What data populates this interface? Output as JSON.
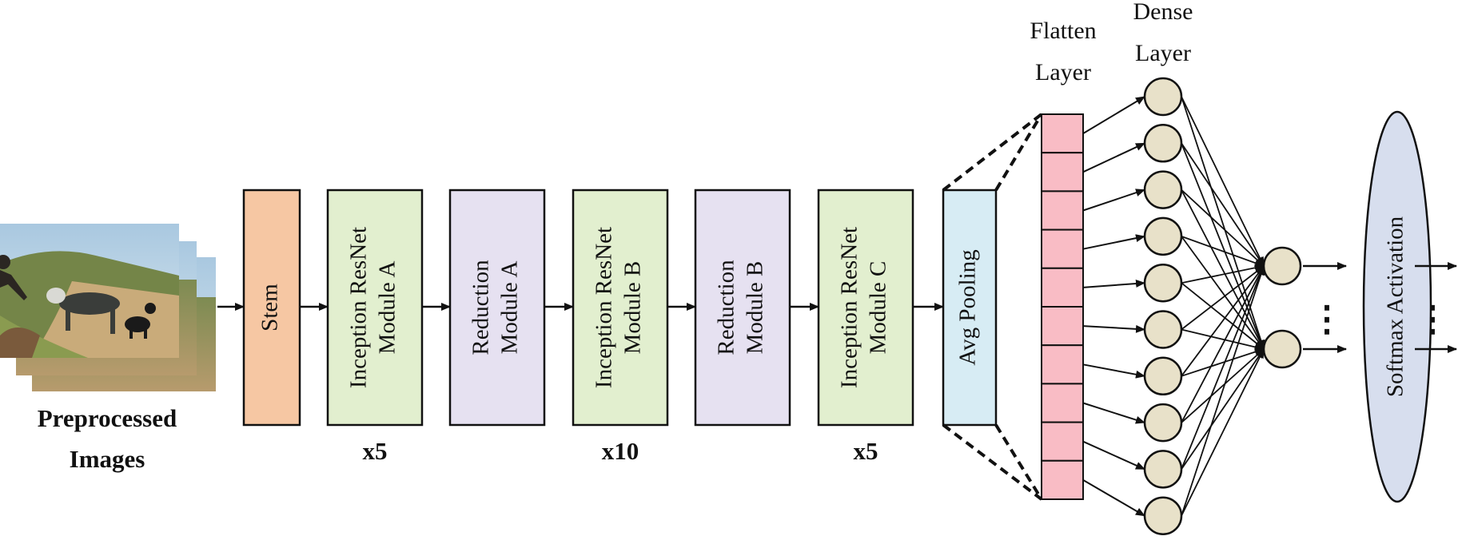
{
  "input": {
    "label_line1": "Preprocessed",
    "label_line2": "Images"
  },
  "blocks": [
    {
      "id": "stem",
      "lines": [
        "Stem"
      ],
      "fill": "#f6c7a3",
      "repeat": ""
    },
    {
      "id": "inception-a",
      "lines": [
        "Inception ResNet",
        "Module A"
      ],
      "fill": "#e2efcf",
      "repeat": "x5"
    },
    {
      "id": "reduction-a",
      "lines": [
        "Reduction",
        "Module A"
      ],
      "fill": "#e6e1f1",
      "repeat": ""
    },
    {
      "id": "inception-b",
      "lines": [
        "Inception ResNet",
        "Module B"
      ],
      "fill": "#e2efcf",
      "repeat": "x10"
    },
    {
      "id": "reduction-b",
      "lines": [
        "Reduction",
        "Module B"
      ],
      "fill": "#e6e1f1",
      "repeat": ""
    },
    {
      "id": "inception-c",
      "lines": [
        "Inception ResNet",
        "Module C"
      ],
      "fill": "#e2efcf",
      "repeat": "x5"
    },
    {
      "id": "avg-pooling",
      "lines": [
        "Avg Pooling"
      ],
      "fill": "#d7ecf4",
      "repeat": ""
    }
  ],
  "flatten_layer": {
    "label_line1": "Flatten",
    "label_line2": "Layer",
    "cell_count": 10,
    "cell_fill": "#f9bcc5"
  },
  "dense_layer": {
    "label_line1": "Dense",
    "label_line2": "Layer",
    "node_count": 10,
    "node_fill": "#e8e1c9"
  },
  "output_layer": {
    "node_count": 2,
    "node_fill": "#e8e1c9",
    "ellipsis": "⋮"
  },
  "softmax": {
    "label": "Softmax Activation",
    "fill": "#d7deee",
    "ellipsis": "⋮"
  }
}
